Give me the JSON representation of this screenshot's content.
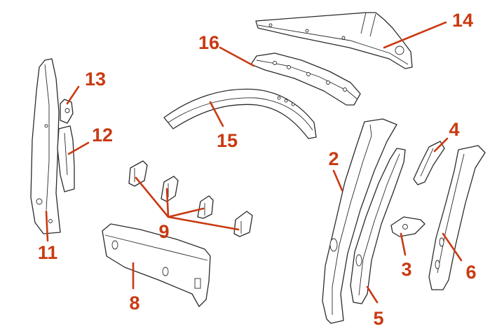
{
  "callout_color": "#c93a12",
  "callouts": {
    "c2": "2",
    "c3": "3",
    "c4": "4",
    "c5": "5",
    "c6": "6",
    "c8": "8",
    "c9": "9",
    "c11": "11",
    "c12": "12",
    "c13": "13",
    "c14": "14",
    "c15": "15",
    "c16": "16"
  }
}
